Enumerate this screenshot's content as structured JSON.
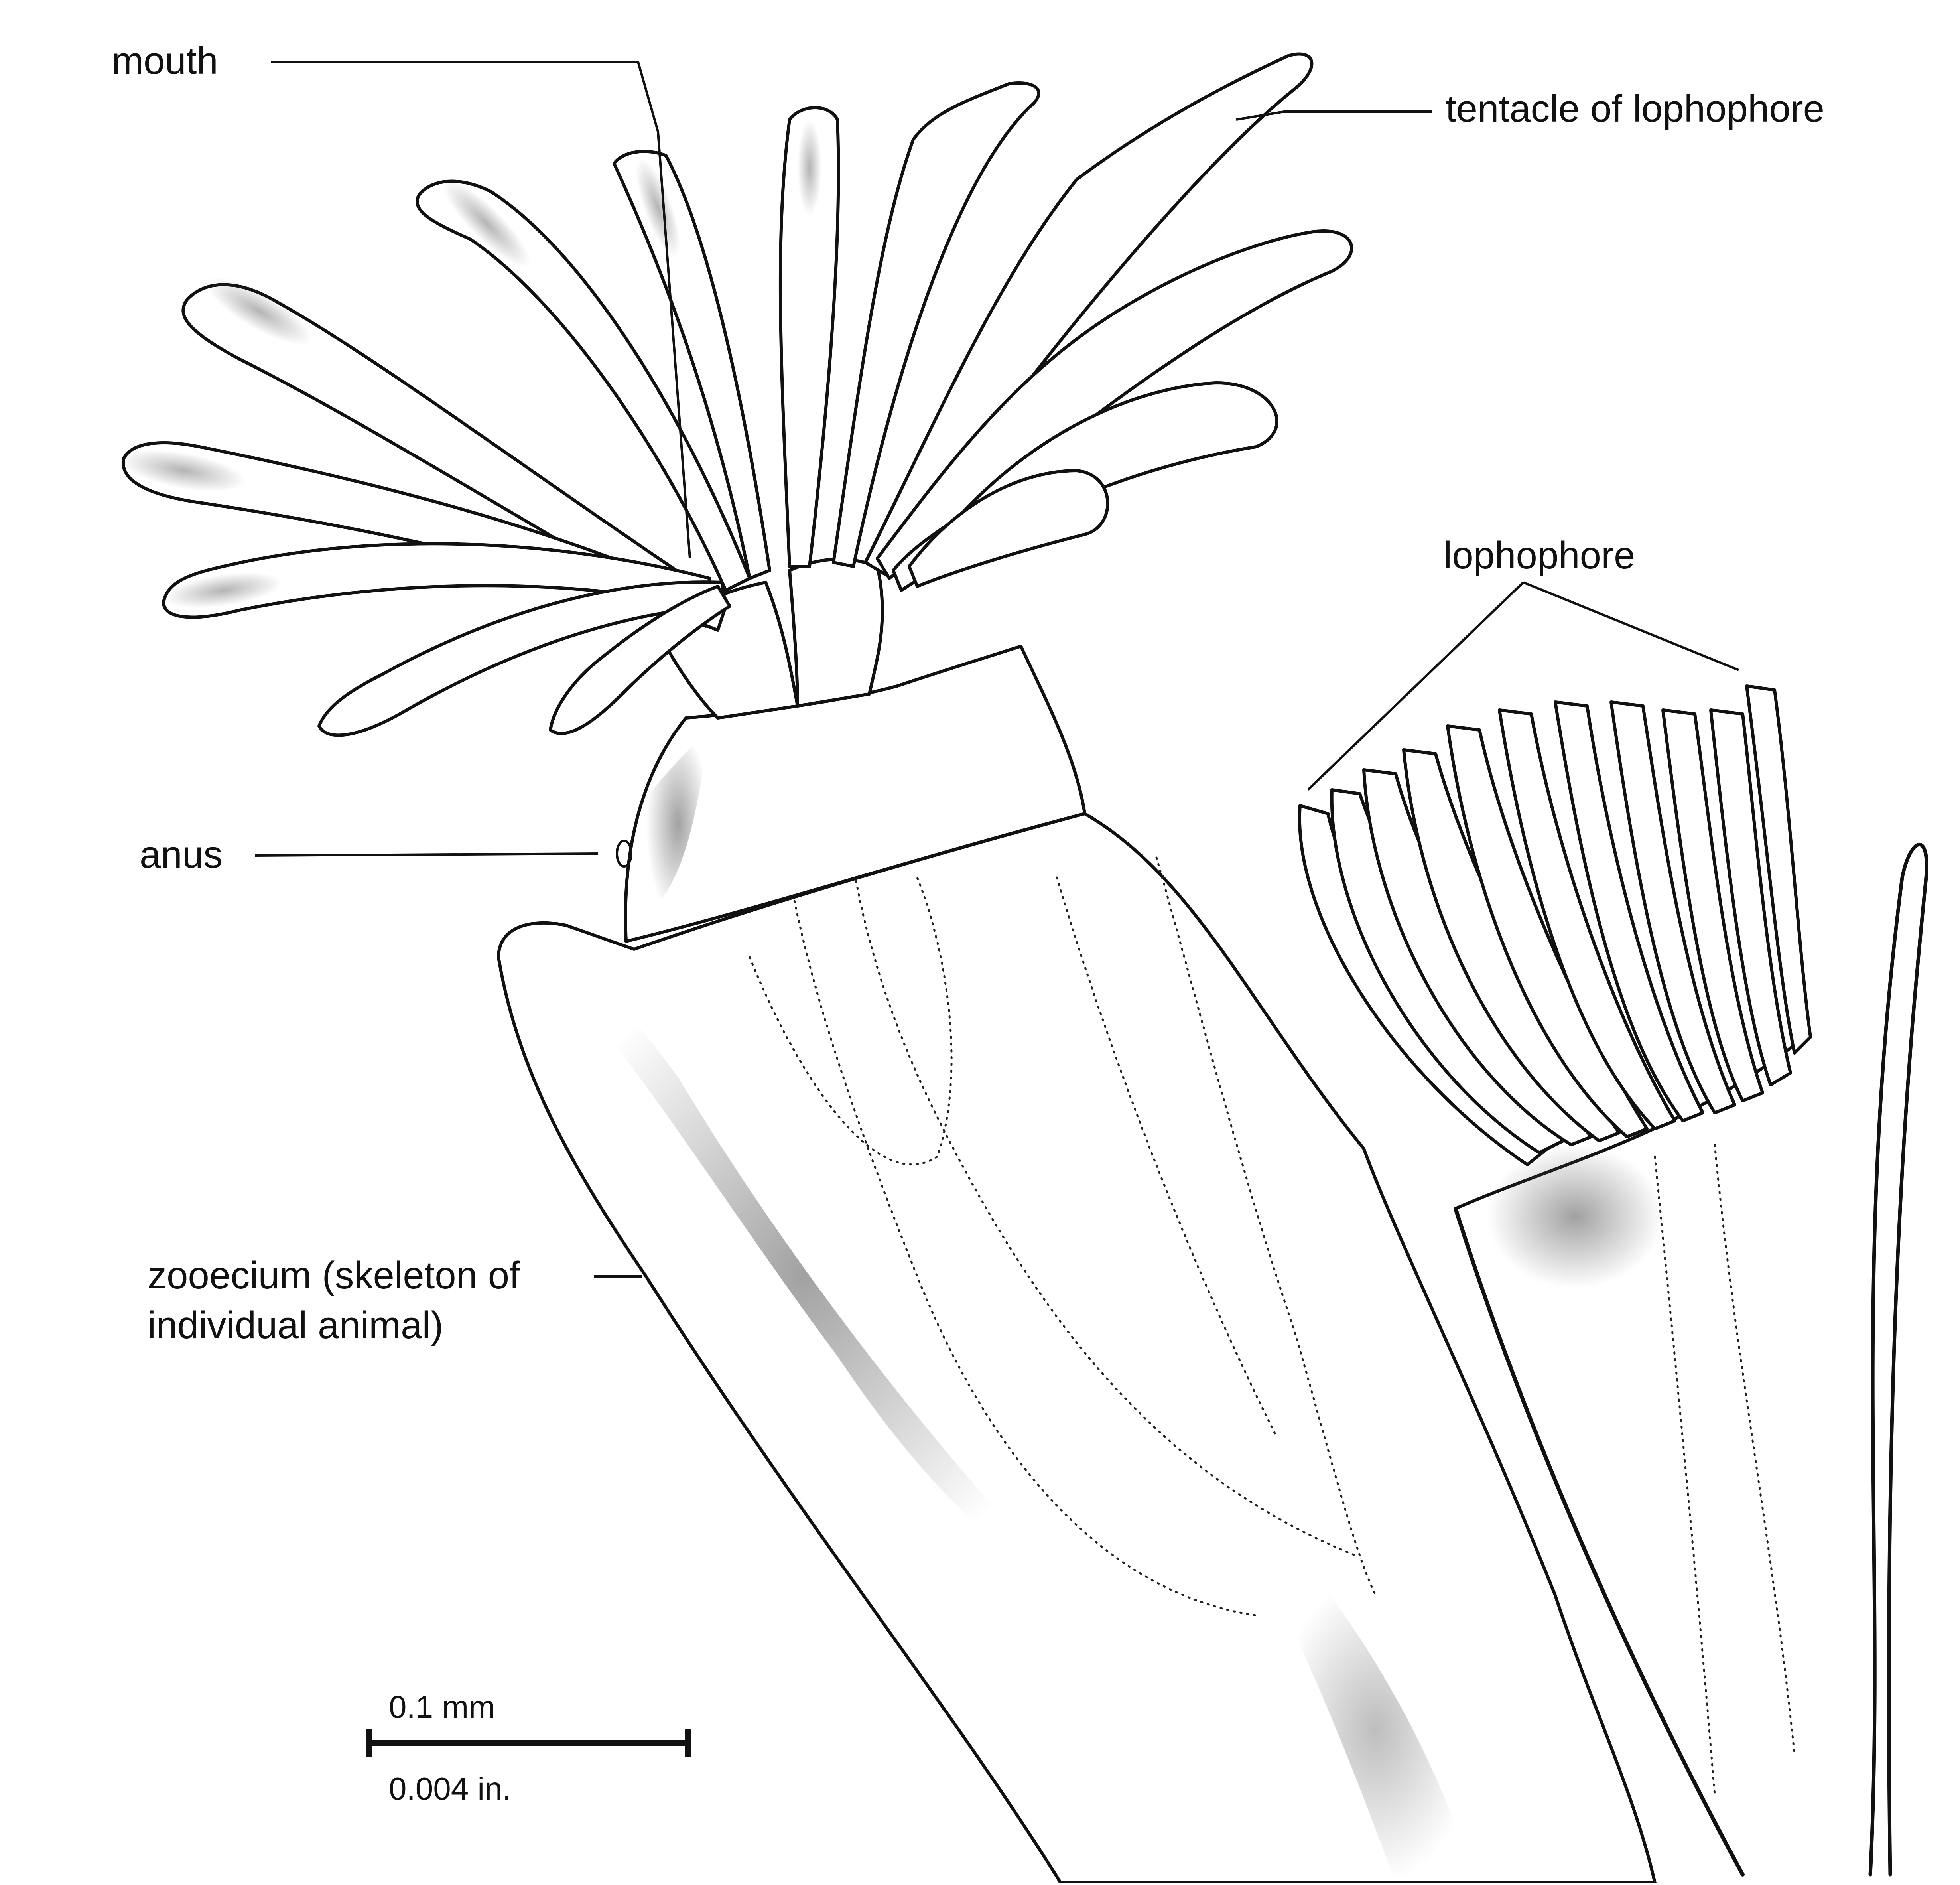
{
  "labels": {
    "mouth": "mouth",
    "tentacle": "tentacle of lophophore",
    "lophophore": "lophophore",
    "anus": "anus",
    "zooecium_line1": "zooecium (skeleton of",
    "zooecium_line2": "individual animal)"
  },
  "scale_bar": {
    "metric": "0.1 mm",
    "imperial": "0.004 in."
  }
}
